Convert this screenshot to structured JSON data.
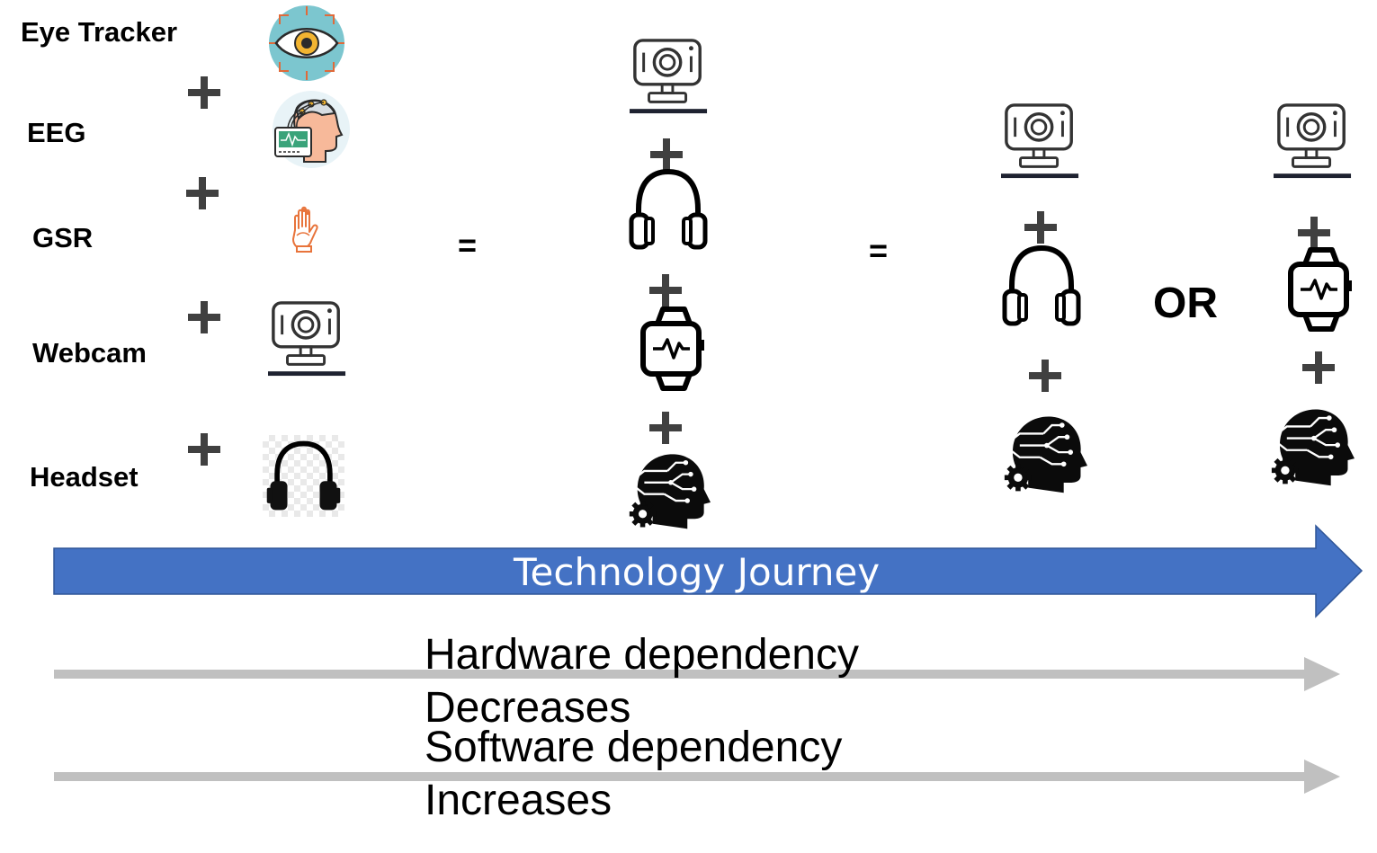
{
  "devices": [
    {
      "label": "Eye Tracker",
      "icon": "eye-tracker-icon"
    },
    {
      "label": "EEG",
      "icon": "eeg-icon"
    },
    {
      "label": "GSR",
      "icon": "gsr-hand-icon"
    },
    {
      "label": "Webcam",
      "icon": "webcam-icon"
    },
    {
      "label": "Headset",
      "icon": "headset-icon"
    }
  ],
  "operators": {
    "plus": "+",
    "equals": "=",
    "or": "OR"
  },
  "journey": {
    "label": "Technology Journey",
    "color": "#4472c4"
  },
  "dependency": {
    "hardware_line1": "Hardware dependency",
    "hardware_line2": "Decreases",
    "software_line1": "Software dependency",
    "software_line2": "Increases",
    "arrow_color": "#c0c0c0"
  },
  "colors": {
    "eye_bg": "#7cc6cf",
    "hand_orange": "#e8743b",
    "eeg_bg": "#e8f3f7"
  }
}
